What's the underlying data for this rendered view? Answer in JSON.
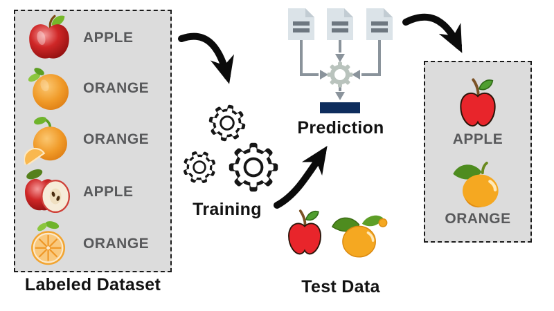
{
  "diagram": {
    "captions": {
      "labeled_dataset": "Labeled Dataset",
      "training": "Training",
      "prediction": "Prediction",
      "test_data": "Test Data"
    },
    "labeled_items": [
      {
        "fruit": "apple",
        "label": "APPLE"
      },
      {
        "fruit": "orange",
        "label": "ORANGE"
      },
      {
        "fruit": "orange",
        "label": "ORANGE"
      },
      {
        "fruit": "apple",
        "label": "APPLE"
      },
      {
        "fruit": "orange",
        "label": "ORANGE"
      }
    ],
    "test_items": [
      {
        "fruit": "apple"
      },
      {
        "fruit": "orange"
      }
    ],
    "predicted_items": [
      {
        "fruit": "apple",
        "label": "APPLE"
      },
      {
        "fruit": "orange",
        "label": "ORANGE"
      }
    ],
    "icons": [
      "apple-icon",
      "orange-icon",
      "orange-slice-icon",
      "apple-cut-icon",
      "gear-icon",
      "document-icon",
      "arrow-icon"
    ],
    "colors": {
      "panel_background": "#dcdcdc",
      "panel_border": "#1a1a1a",
      "fruit_label": "#58595b",
      "caption": "#121212",
      "arrow": "#0b0b0b",
      "document_fill": "#dbe3e8",
      "document_fold": "#c2ccd3",
      "document_lines": "#6d7780",
      "connector": "#8a939b",
      "prediction_gear": "#b9c3bd",
      "prediction_bar": "#0e2d5d",
      "apple_red": "#e8252b",
      "orange": "#f5a821",
      "leaf_green": "#4e8c1f"
    }
  }
}
